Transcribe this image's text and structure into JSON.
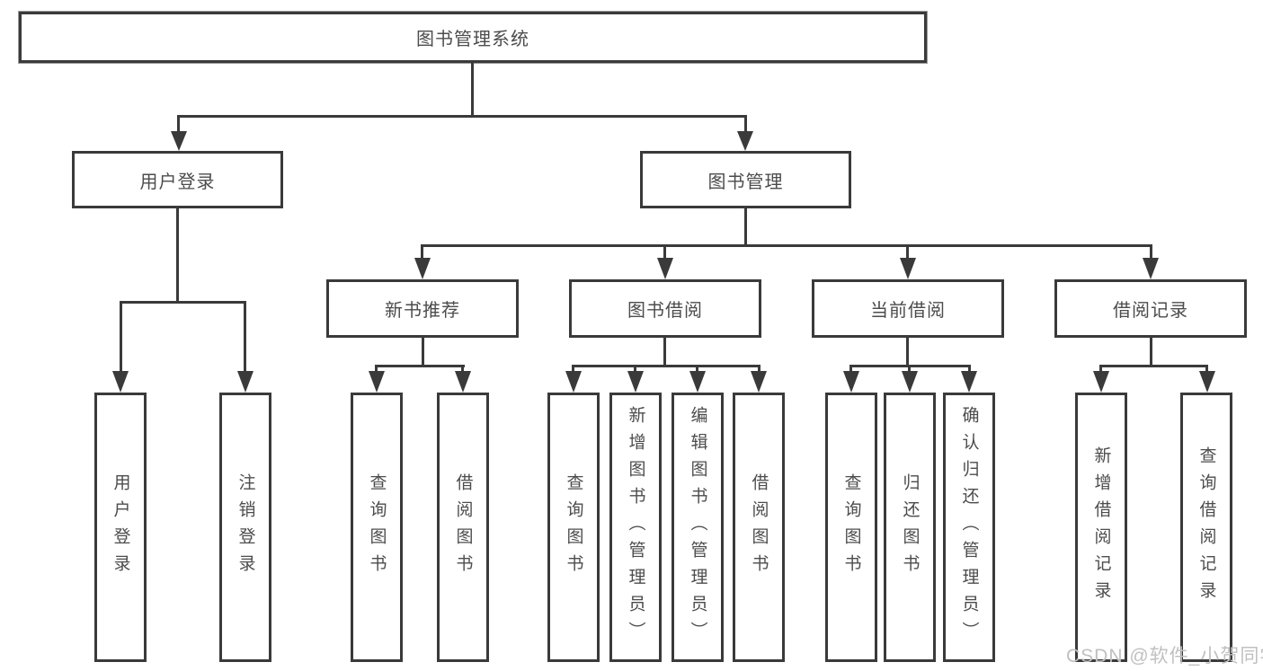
{
  "colors": {
    "line": "#3a3a3a",
    "text": "#4c4c4c",
    "watermark": "#c0c0c0",
    "box_fill": "#ffffff"
  },
  "watermark": {
    "text": "CSDN @软件_小贺同学"
  },
  "tree": {
    "root": {
      "label": "图书管理系统",
      "children": [
        {
          "label": "用户登录",
          "children": [
            {
              "label": "用户登录"
            },
            {
              "label": "注销登录"
            }
          ]
        },
        {
          "label": "图书管理",
          "children": [
            {
              "label": "新书推荐",
              "children": [
                {
                  "label": "查询图书"
                },
                {
                  "label": "借阅图书"
                }
              ]
            },
            {
              "label": "图书借阅",
              "children": [
                {
                  "label": "查询图书"
                },
                {
                  "label": "新增图书（管理员）"
                },
                {
                  "label": "编辑图书（管理员）"
                },
                {
                  "label": "借阅图书"
                }
              ]
            },
            {
              "label": "当前借阅",
              "children": [
                {
                  "label": "查询图书"
                },
                {
                  "label": "归还图书"
                },
                {
                  "label": "确认归还（管理员）"
                }
              ]
            },
            {
              "label": "借阅记录",
              "children": [
                {
                  "label": "新增借阅记录"
                },
                {
                  "label": "查询借阅记录"
                }
              ]
            }
          ]
        }
      ]
    }
  }
}
